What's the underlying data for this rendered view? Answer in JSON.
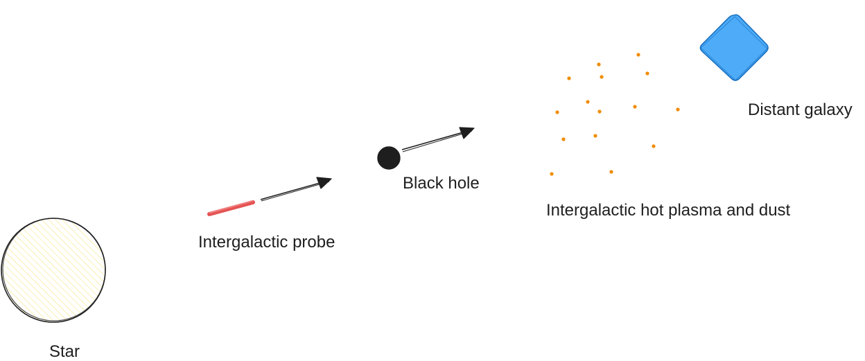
{
  "labels": {
    "star": "Star",
    "probe": "Intergalactic probe",
    "black_hole": "Black hole",
    "plasma": "Intergalactic hot plasma and dust",
    "galaxy": "Distant galaxy"
  },
  "colors": {
    "stroke": "#1e1e1e",
    "star_fill": "#fff3b0",
    "probe": "#e55353",
    "probe_light": "#f08080",
    "black_hole": "#1e1e1e",
    "dust": "#f08c00",
    "galaxy_fill": "#4dabf7",
    "galaxy_stroke": "#1971c2",
    "text": "#1e1e1e"
  }
}
